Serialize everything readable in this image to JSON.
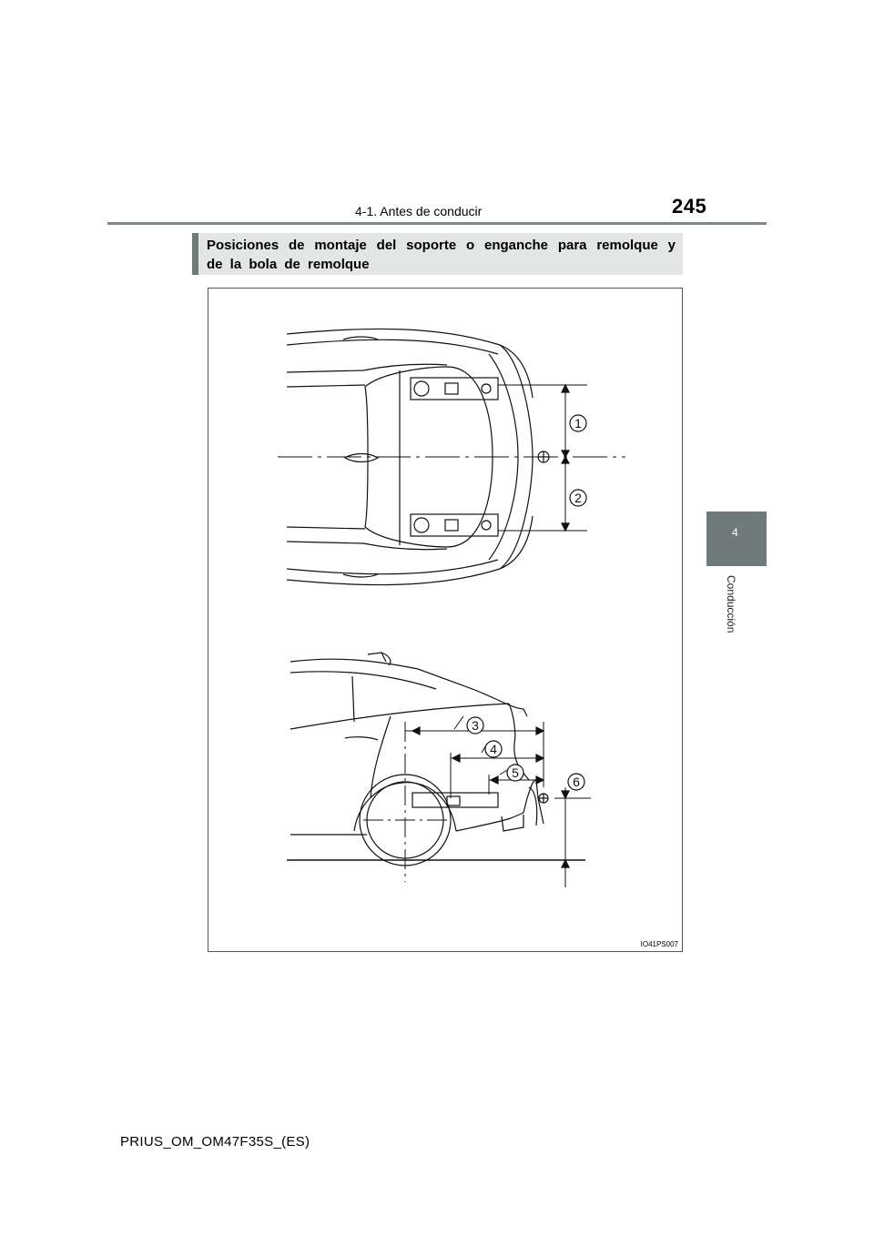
{
  "header": {
    "section": "4-1. Antes de conducir",
    "page_number": "245"
  },
  "side_tab": {
    "number": "4",
    "label": "Conducción"
  },
  "section_title": "Posiciones de montaje del soporte o enganche para remolque y de la bola de remolque",
  "figure": {
    "code": "IO41PS007",
    "callouts": [
      "1",
      "2",
      "3",
      "4",
      "5",
      "6"
    ]
  },
  "footer": {
    "doc_id": "PRIUS_OM_OM47F35S_(ES)"
  }
}
